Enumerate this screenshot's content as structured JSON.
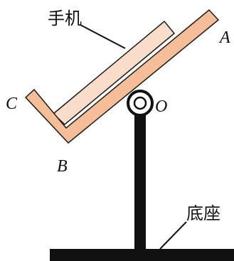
{
  "labels": {
    "phone": "手机",
    "base": "底座",
    "A": "A",
    "B": "B",
    "C": "C",
    "O": "O"
  },
  "colors": {
    "holder_fill": "#F5BE98",
    "phone_fill": "#FADCCB",
    "outline": "#1A1A1A",
    "stand": "#111111"
  }
}
